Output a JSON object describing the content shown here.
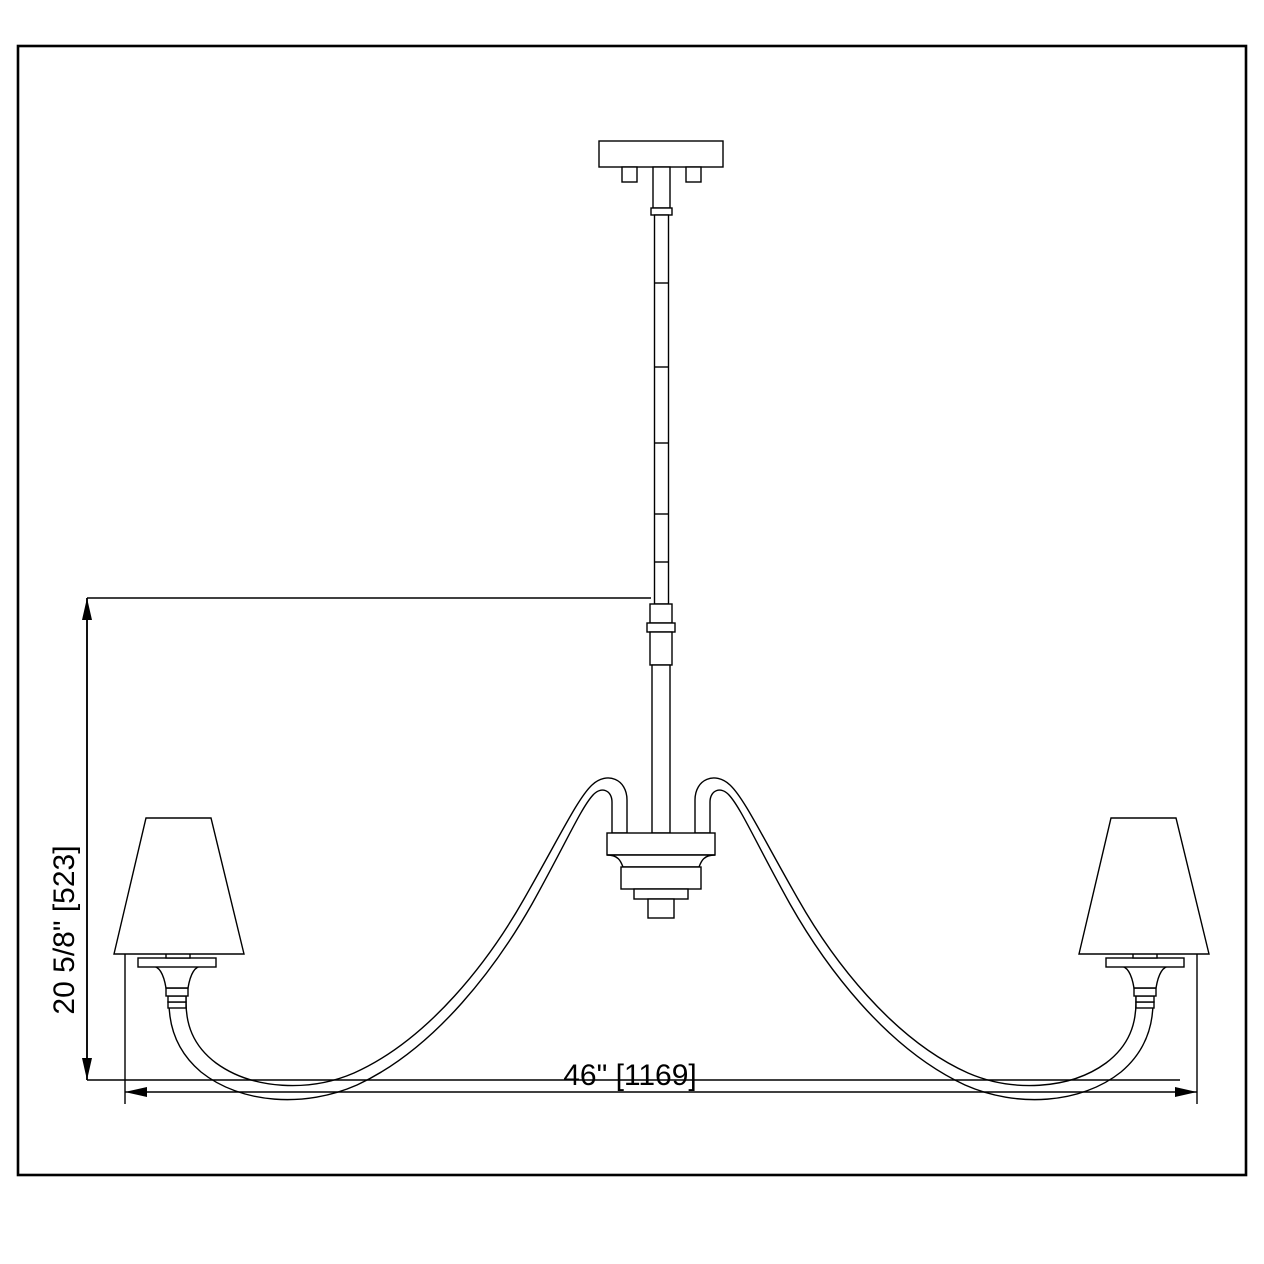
{
  "drawing": {
    "title": "chandelier-elevation-drawing",
    "background_color": "#ffffff",
    "line_color": "#000000",
    "border": {
      "name": "sheet-border"
    },
    "dimensions": {
      "height": {
        "label": "20 5/8\" [523]",
        "value_inches": "20 5/8\"",
        "value_mm": "[523]",
        "orientation": "vertical"
      },
      "width": {
        "label": "46\" [1169]",
        "value_inches": "46\"",
        "value_mm": "[1169]",
        "orientation": "horizontal"
      }
    },
    "parts": [
      {
        "name": "ceiling-canopy",
        "label": "Ceiling canopy plate"
      },
      {
        "name": "canopy-screw-left",
        "label": "Mounting screw left"
      },
      {
        "name": "canopy-screw-right",
        "label": "Mounting screw right"
      },
      {
        "name": "downrod",
        "label": "Downrod stem"
      },
      {
        "name": "center-body",
        "label": "Center body hub"
      },
      {
        "name": "arm-left",
        "label": "Left curved arm"
      },
      {
        "name": "arm-right",
        "label": "Right curved arm"
      },
      {
        "name": "socket-left",
        "label": "Left socket and bobeche"
      },
      {
        "name": "socket-right",
        "label": "Right socket and bobeche"
      },
      {
        "name": "shade-left",
        "label": "Left tapered shade"
      },
      {
        "name": "shade-right",
        "label": "Right tapered shade"
      }
    ]
  }
}
